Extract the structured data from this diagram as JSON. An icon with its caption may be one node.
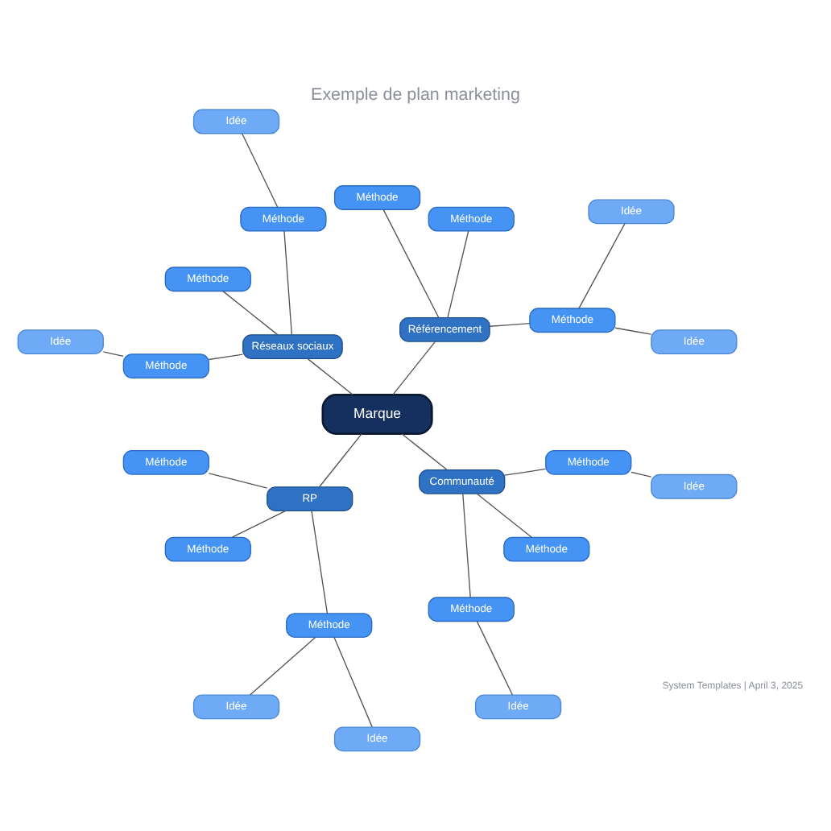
{
  "diagram": {
    "title": "Exemple de plan marketing",
    "nodes": [
      {
        "text": [
          "Marque"
        ]
      },
      {
        "text": [
          "Référencement"
        ]
      },
      {
        "text": [
          "Méthode"
        ]
      },
      {
        "text": [
          "Idée"
        ]
      },
      {
        "text": [
          "Idée"
        ]
      },
      {
        "text": [
          "Méthode"
        ]
      },
      {
        "text": [
          "Méthode"
        ]
      },
      {
        "text": [
          "Réseaux sociaux"
        ]
      },
      {
        "text": [
          "Méthode"
        ]
      },
      {
        "text": [
          "Idée"
        ]
      },
      {
        "text": [
          "Méthode"
        ]
      },
      {
        "text": [
          "Méthode"
        ]
      },
      {
        "text": [
          "Idée"
        ]
      },
      {
        "text": [
          "RP"
        ]
      },
      {
        "text": [
          "Méthode"
        ]
      },
      {
        "text": [
          "Méthode"
        ]
      },
      {
        "text": [
          "Méthode"
        ]
      },
      {
        "text": [
          "Idée"
        ]
      },
      {
        "text": [
          "Idée"
        ]
      },
      {
        "text": [
          "Communauté"
        ]
      },
      {
        "text": [
          "Méthode"
        ]
      },
      {
        "text": [
          "Idée"
        ]
      },
      {
        "text": [
          "Méthode"
        ]
      },
      {
        "text": [
          "Méthode"
        ]
      },
      {
        "text": [
          "Idée"
        ]
      }
    ],
    "edges": [
      {
        "from": 0,
        "to": 1,
        "arrow": "none"
      },
      {
        "from": 1,
        "to": 2,
        "arrow": "none"
      },
      {
        "from": 2,
        "to": 3,
        "arrow": "none"
      },
      {
        "from": 2,
        "to": 4,
        "arrow": "none"
      },
      {
        "from": 1,
        "to": 5,
        "arrow": "none"
      },
      {
        "from": 1,
        "to": 6,
        "arrow": "none"
      },
      {
        "from": 0,
        "to": 7,
        "arrow": "none"
      },
      {
        "from": 7,
        "to": 8,
        "arrow": "none"
      },
      {
        "from": 8,
        "to": 9,
        "arrow": "none"
      },
      {
        "from": 7,
        "to": 10,
        "arrow": "none"
      },
      {
        "from": 7,
        "to": 11,
        "arrow": "none"
      },
      {
        "from": 11,
        "to": 12,
        "arrow": "none"
      },
      {
        "from": 0,
        "to": 13,
        "arrow": "none"
      },
      {
        "from": 13,
        "to": 14,
        "arrow": "none"
      },
      {
        "from": 13,
        "to": 15,
        "arrow": "none"
      },
      {
        "from": 13,
        "to": 16,
        "arrow": "none"
      },
      {
        "from": 16,
        "to": 17,
        "arrow": "none"
      },
      {
        "from": 16,
        "to": 18,
        "arrow": "none"
      },
      {
        "from": 0,
        "to": 19,
        "arrow": "none"
      },
      {
        "from": 19,
        "to": 20,
        "arrow": "none"
      },
      {
        "from": 20,
        "to": 21,
        "arrow": "none"
      },
      {
        "from": 19,
        "to": 22,
        "arrow": "none"
      },
      {
        "from": 19,
        "to": 23,
        "arrow": "none"
      },
      {
        "from": 23,
        "to": 24,
        "arrow": "none"
      }
    ],
    "labels": [
      "System Templates | April 3, 2025"
    ]
  }
}
